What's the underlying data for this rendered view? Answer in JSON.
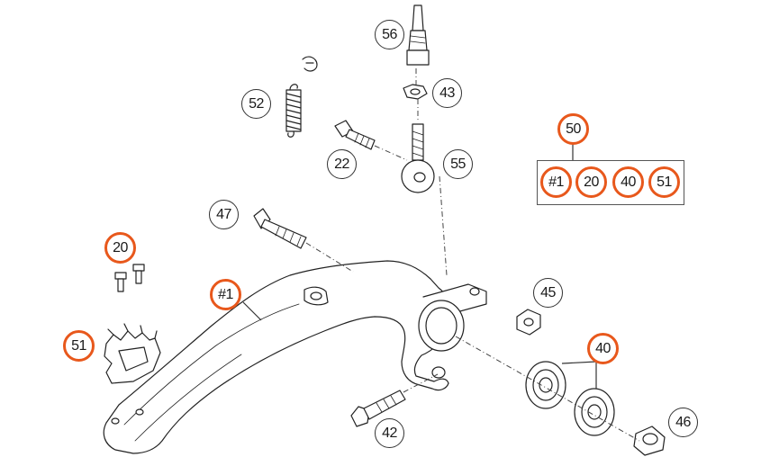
{
  "diagram": {
    "accent_color": "#e8581c",
    "line_color": "#333333",
    "callouts": [
      {
        "id": "c56",
        "label": "56",
        "highlight": false
      },
      {
        "id": "c52",
        "label": "52",
        "highlight": false
      },
      {
        "id": "c43",
        "label": "43",
        "highlight": false
      },
      {
        "id": "c22",
        "label": "22",
        "highlight": false
      },
      {
        "id": "c55",
        "label": "55",
        "highlight": false
      },
      {
        "id": "c47",
        "label": "47",
        "highlight": false
      },
      {
        "id": "c20a",
        "label": "20",
        "highlight": true
      },
      {
        "id": "c1a",
        "label": "#1",
        "highlight": true
      },
      {
        "id": "c45",
        "label": "45",
        "highlight": false
      },
      {
        "id": "c51a",
        "label": "51",
        "highlight": true
      },
      {
        "id": "c40a",
        "label": "40",
        "highlight": true
      },
      {
        "id": "c42",
        "label": "42",
        "highlight": false
      },
      {
        "id": "c46",
        "label": "46",
        "highlight": false
      }
    ],
    "kit": {
      "label": "50",
      "items": [
        "#1",
        "20",
        "40",
        "51"
      ]
    },
    "parts": [
      {
        "name": "brake-pedal",
        "icon": "brake-pedal-drawing"
      },
      {
        "name": "pedal-spring",
        "icon": "spring-drawing"
      },
      {
        "name": "spring-clip",
        "icon": "clip-drawing"
      },
      {
        "name": "adjust-bolt",
        "icon": "bolt-drawing"
      },
      {
        "name": "eye-bolt",
        "icon": "eye-bolt-drawing"
      },
      {
        "name": "nut",
        "icon": "nut-drawing"
      },
      {
        "name": "pivot-bolt",
        "icon": "bolt-drawing"
      },
      {
        "name": "bearings",
        "icon": "bearing-drawing"
      },
      {
        "name": "step-plate",
        "icon": "serrated-step-drawing"
      },
      {
        "name": "step-screws",
        "icon": "screw-drawing"
      },
      {
        "name": "bushing",
        "icon": "bushing-drawing"
      }
    ]
  }
}
